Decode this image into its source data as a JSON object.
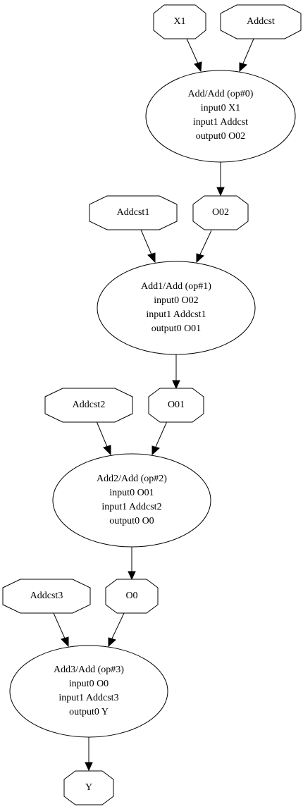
{
  "graph": {
    "tensors": {
      "X1": "X1",
      "Addcst": "Addcst",
      "O02": "O02",
      "Addcst1": "Addcst1",
      "O01": "O01",
      "Addcst2": "Addcst2",
      "O0": "O0",
      "Addcst3": "Addcst3",
      "Y": "Y"
    },
    "ops": {
      "op0": {
        "title": "Add/Add (op#0)",
        "in0": "input0 X1",
        "in1": "input1 Addcst",
        "out0": "output0 O02"
      },
      "op1": {
        "title": "Add1/Add (op#1)",
        "in0": "input0 O02",
        "in1": "input1 Addcst1",
        "out0": "output0 O01"
      },
      "op2": {
        "title": "Add2/Add (op#2)",
        "in0": "input0 O01",
        "in1": "input1 Addcst2",
        "out0": "output0 O0"
      },
      "op3": {
        "title": "Add3/Add (op#3)",
        "in0": "input0 O0",
        "in1": "input1 Addcst3",
        "out0": "output0 Y"
      }
    },
    "edges": [
      {
        "from": "X1",
        "to": "op0"
      },
      {
        "from": "Addcst",
        "to": "op0"
      },
      {
        "from": "op0",
        "to": "O02"
      },
      {
        "from": "Addcst1",
        "to": "op1"
      },
      {
        "from": "O02",
        "to": "op1"
      },
      {
        "from": "op1",
        "to": "O01"
      },
      {
        "from": "Addcst2",
        "to": "op2"
      },
      {
        "from": "O01",
        "to": "op2"
      },
      {
        "from": "op2",
        "to": "O0"
      },
      {
        "from": "Addcst3",
        "to": "op3"
      },
      {
        "from": "O0",
        "to": "op3"
      },
      {
        "from": "op3",
        "to": "Y"
      }
    ]
  }
}
